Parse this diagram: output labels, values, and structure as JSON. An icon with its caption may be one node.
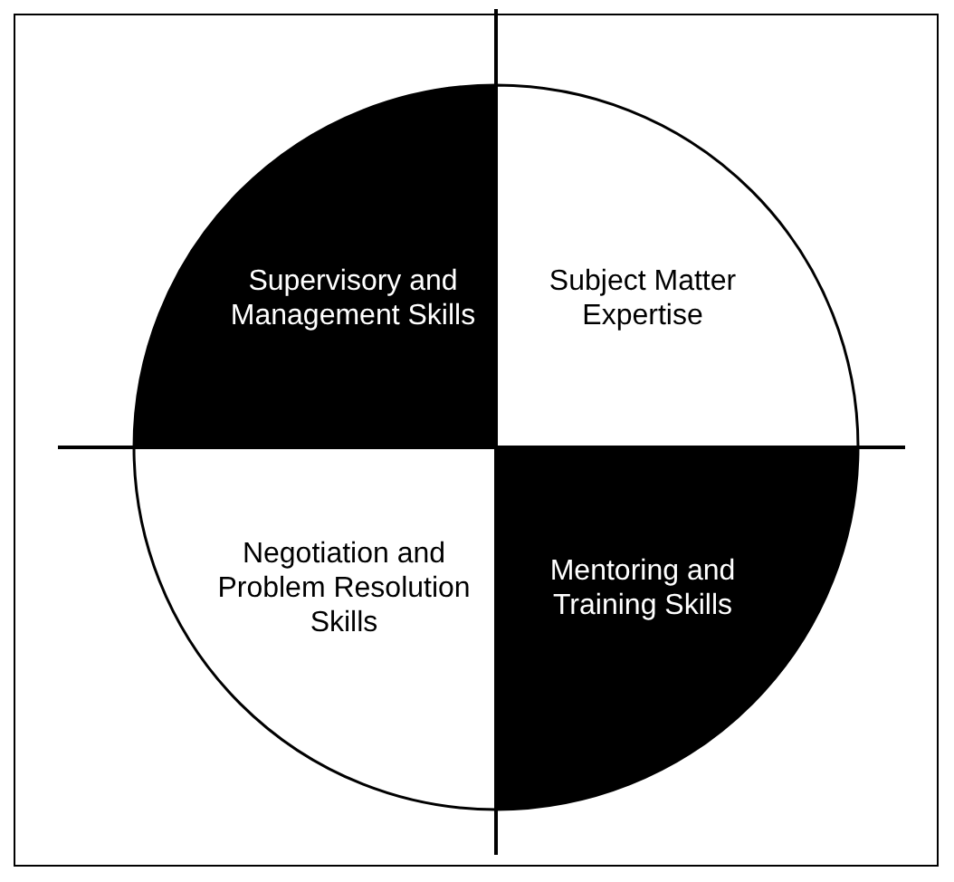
{
  "diagram": {
    "nodes": [
      {
        "text": [
          "Supervisory and Management Skills"
        ]
      },
      {
        "text": [
          "Subject Matter Expertise"
        ]
      },
      {
        "text": [
          "Negotiation and Problem Resolution Skills"
        ]
      },
      {
        "text": [
          "Mentoring and Training Skills"
        ]
      }
    ],
    "edges": []
  }
}
